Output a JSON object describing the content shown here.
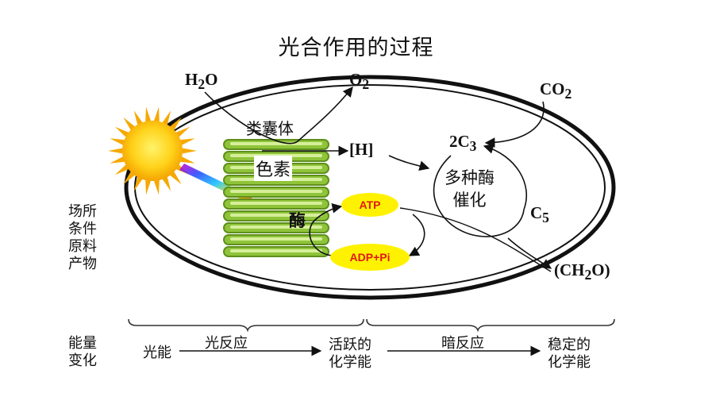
{
  "title": "光合作用的过程",
  "substances": {
    "h2o": {
      "base": "H",
      "sub": "2",
      "tail": "O"
    },
    "o2": {
      "base": "O",
      "sub": "2"
    },
    "co2": {
      "base": "CO",
      "sub": "2"
    },
    "h": "[H]",
    "c3": {
      "base": "2C",
      "sub": "3"
    },
    "c5": {
      "base": "C",
      "sub": "5"
    },
    "ch2o": {
      "pre": "(CH",
      "sub": "2",
      "tail": "O)"
    },
    "atp": "ATP",
    "adp": "ADP+Pi"
  },
  "labels": {
    "thylakoid": "类囊体",
    "pigment": "色素",
    "enzyme": "酶",
    "multi_enzyme_line1": "多种酶",
    "multi_enzyme_line2": "催化"
  },
  "side_labels": {
    "top": [
      "场所",
      "条件",
      "原料",
      "产物"
    ],
    "energy": [
      "能量",
      "变化"
    ]
  },
  "energy_flow": {
    "light_energy": "光能",
    "light_reaction": "光反应",
    "active_chem": [
      "活跃的",
      "化学能"
    ],
    "dark_reaction": "暗反应",
    "stable_chem": [
      "稳定的",
      "化学能"
    ]
  },
  "colors": {
    "sun_core": "#ffd21a",
    "sun_rays": "#f6a800",
    "grana_green": "#8fc43a",
    "grana_dark": "#5e8f1c",
    "pill_yellow": "#fff200",
    "pill_text": "#e01818"
  }
}
